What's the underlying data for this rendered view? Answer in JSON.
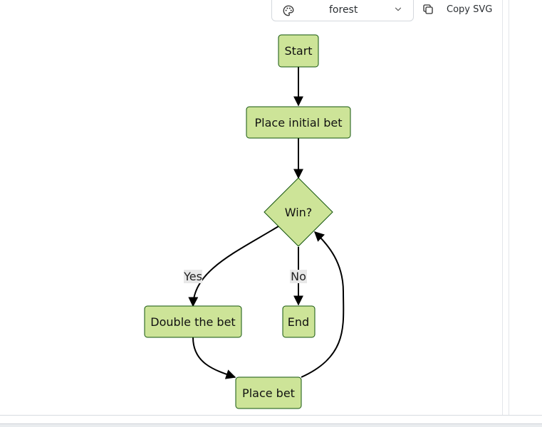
{
  "toolbar": {
    "theme_value": "forest",
    "palette_icon": "palette-icon",
    "chevron_icon": "chevron-down-icon",
    "copy_icon": "copy-icon",
    "copy_label": "Copy SVG"
  },
  "diagram": {
    "colors": {
      "node_fill": "#cde498",
      "node_stroke": "#13540c",
      "edge": "#000000",
      "label_bg": "#e8e8e8"
    },
    "nodes": {
      "start": "Start",
      "place_initial_bet": "Place initial bet",
      "win": "Win?",
      "double_bet": "Double the bet",
      "end": "End",
      "place_bet": "Place bet"
    },
    "edge_labels": {
      "yes": "Yes",
      "no": "No"
    }
  }
}
